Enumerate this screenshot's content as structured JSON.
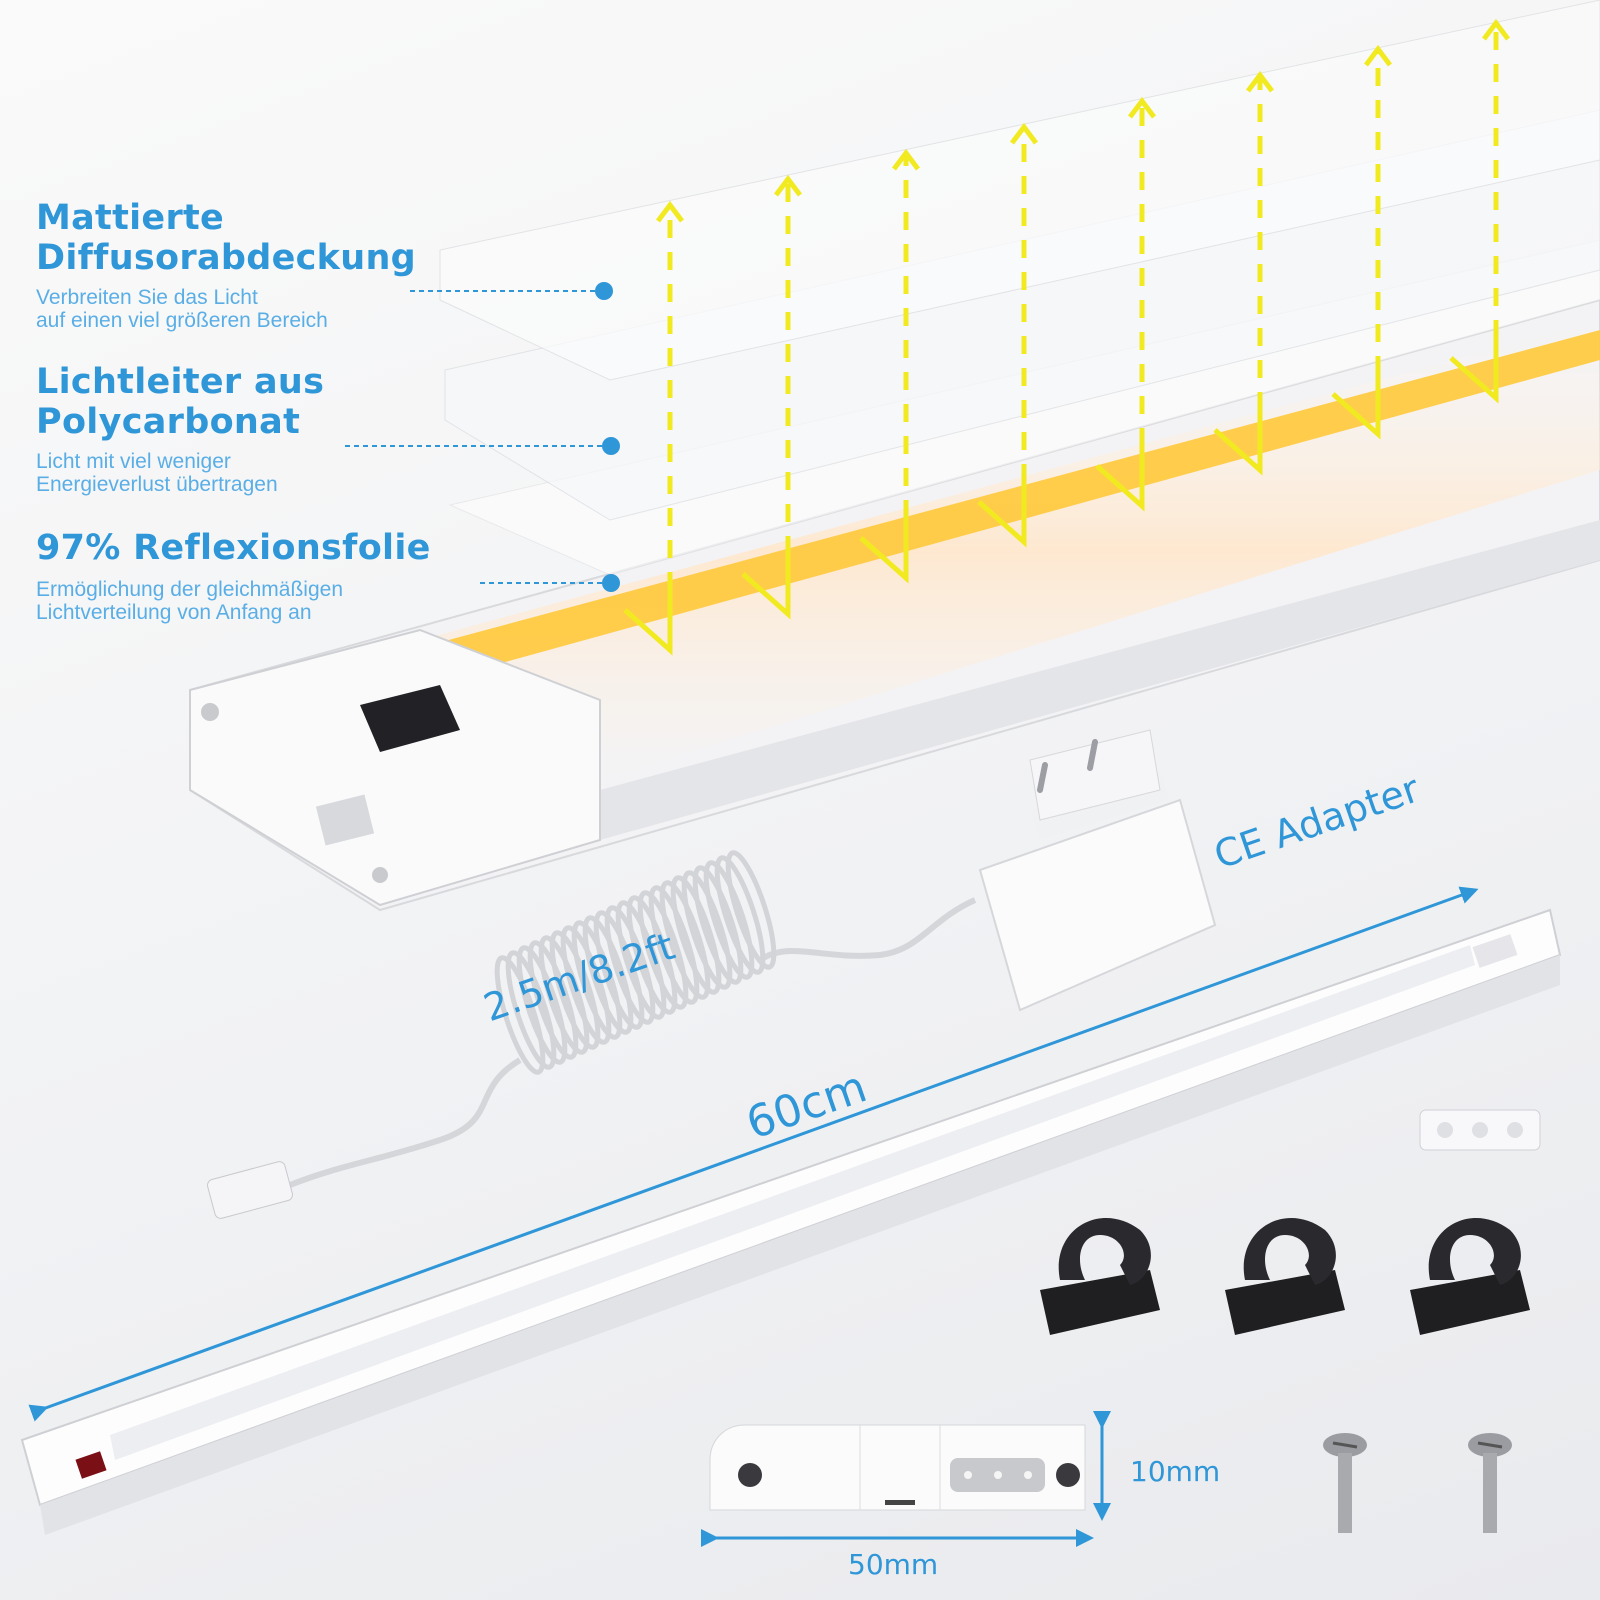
{
  "features": [
    {
      "title_line1": "Mattierte",
      "title_line2": "Diffusorabdeckung",
      "desc_line1": "Verbreiten Sie das Licht",
      "desc_line2": "auf einen viel größeren Bereich"
    },
    {
      "title_line1": "Lichtleiter aus",
      "title_line2": "Polycarbonat",
      "desc_line1": "Licht mit viel weniger",
      "desc_line2": "Energieverlust übertragen"
    },
    {
      "title_line1": "97% Reflexionsfolie",
      "title_line2": "",
      "desc_line1": "Ermöglichung der gleichmäßigen",
      "desc_line2": "Lichtverteilung von Anfang an"
    }
  ],
  "labels": {
    "adapter": "CE Adapter",
    "cable_length": "2.5m/8.2ft",
    "bar_length": "60cm",
    "height": "10mm",
    "width": "50mm"
  },
  "colors": {
    "accent": "#2f96d8",
    "light_arrow": "#f2ea20",
    "led": "#ffc93a"
  }
}
